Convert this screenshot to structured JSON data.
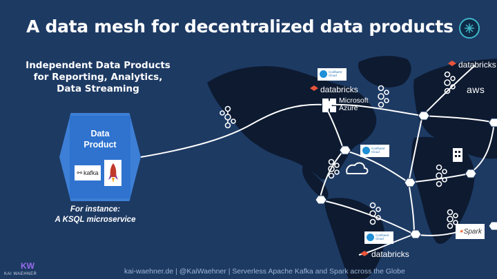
{
  "slide": {
    "title": "A data mesh for decentralized data products",
    "subtitle_lines": [
      "Independent Data Products",
      "for Reporting, Analytics,",
      "Data Streaming"
    ],
    "card": {
      "title_lines": [
        "Data",
        "Product"
      ],
      "kafka_label": "kafka"
    },
    "instance_lines": [
      "For instance:",
      "A KSQL microservice"
    ],
    "footer": "kai-waehner.de | @KaiWaehner | Serverless Apache Kafka and Spark across the Globe",
    "brand_text": "KAI WAEHNER",
    "brand_monogram": "KW"
  },
  "logos": {
    "databricks": "databricks",
    "microsoft_azure": [
      "Microsoft",
      "Azure"
    ],
    "aws": "aws",
    "confluent_cloud": [
      "Confluent",
      "Cloud"
    ],
    "spark": "Spark"
  },
  "colors": {
    "background": "#1d3a63",
    "land": "#0d1a30",
    "card": "#3d7fd6",
    "accent": "#3fb6c6"
  }
}
